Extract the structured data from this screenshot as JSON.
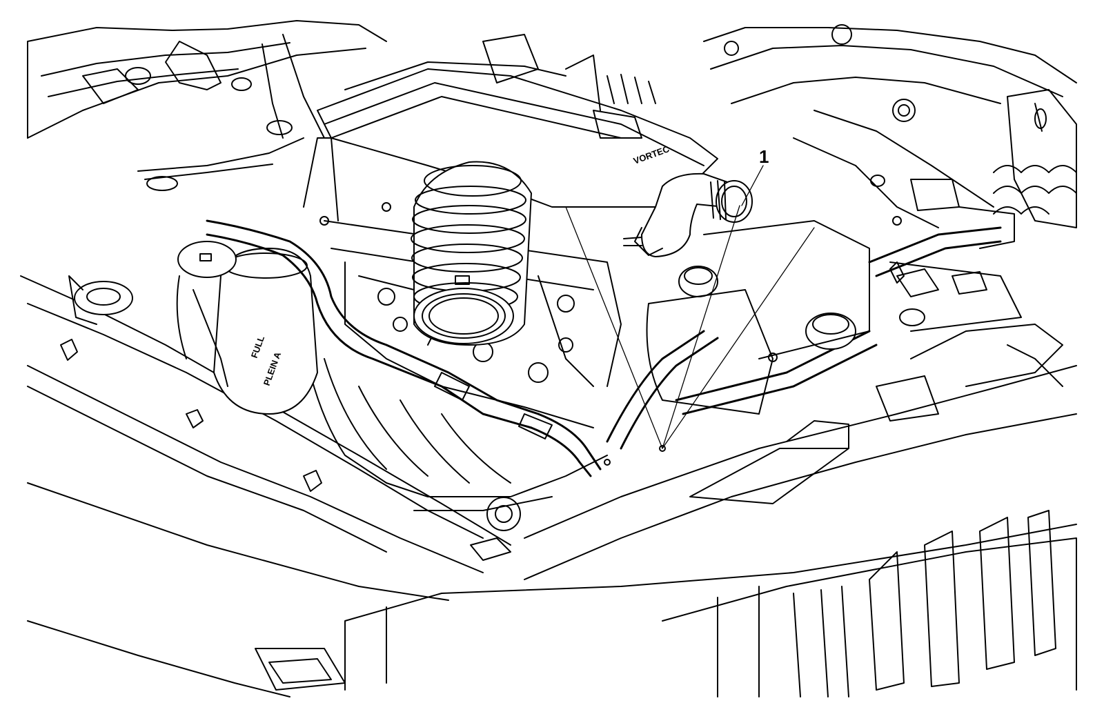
{
  "diagram": {
    "callouts": [
      {
        "label": "1"
      }
    ],
    "engine_cover_lettering": "VORTEC",
    "reservoir_stamp": {
      "line1": "FULL",
      "line2": "PLEIN A"
    }
  }
}
